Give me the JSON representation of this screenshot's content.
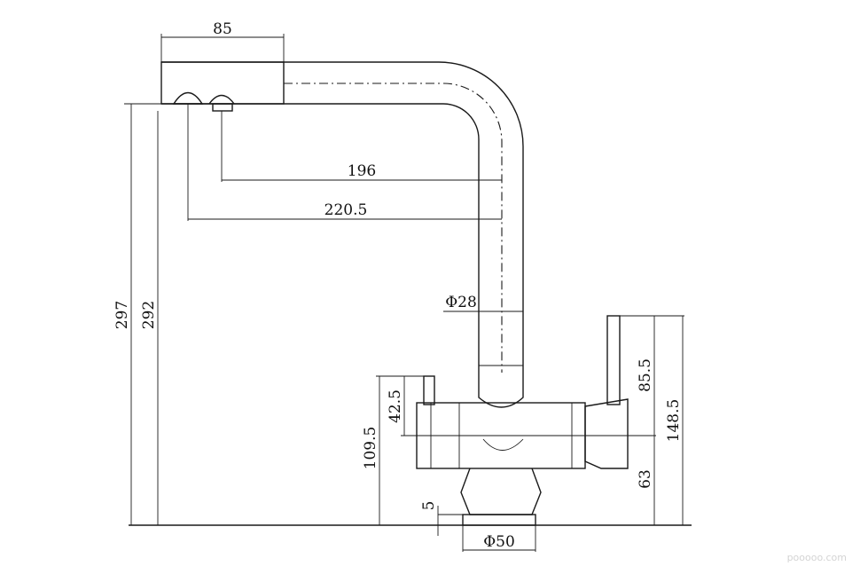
{
  "dimensions": {
    "top_width": "85",
    "reach_inner": "196",
    "reach_outer": "220.5",
    "pipe_diameter": "Φ28",
    "total_height": "297",
    "spout_height": "292",
    "handle_height": "85.5",
    "side_height": "148.5",
    "lever_height": "42.5",
    "body_height": "109.5",
    "base_height": "63",
    "base_gap": "5",
    "base_diameter": "Φ50"
  },
  "watermark": "pooooo.com",
  "colors": {
    "line": "#1a1a1a",
    "background": "#ffffff",
    "watermark": "#d4d4d4"
  }
}
